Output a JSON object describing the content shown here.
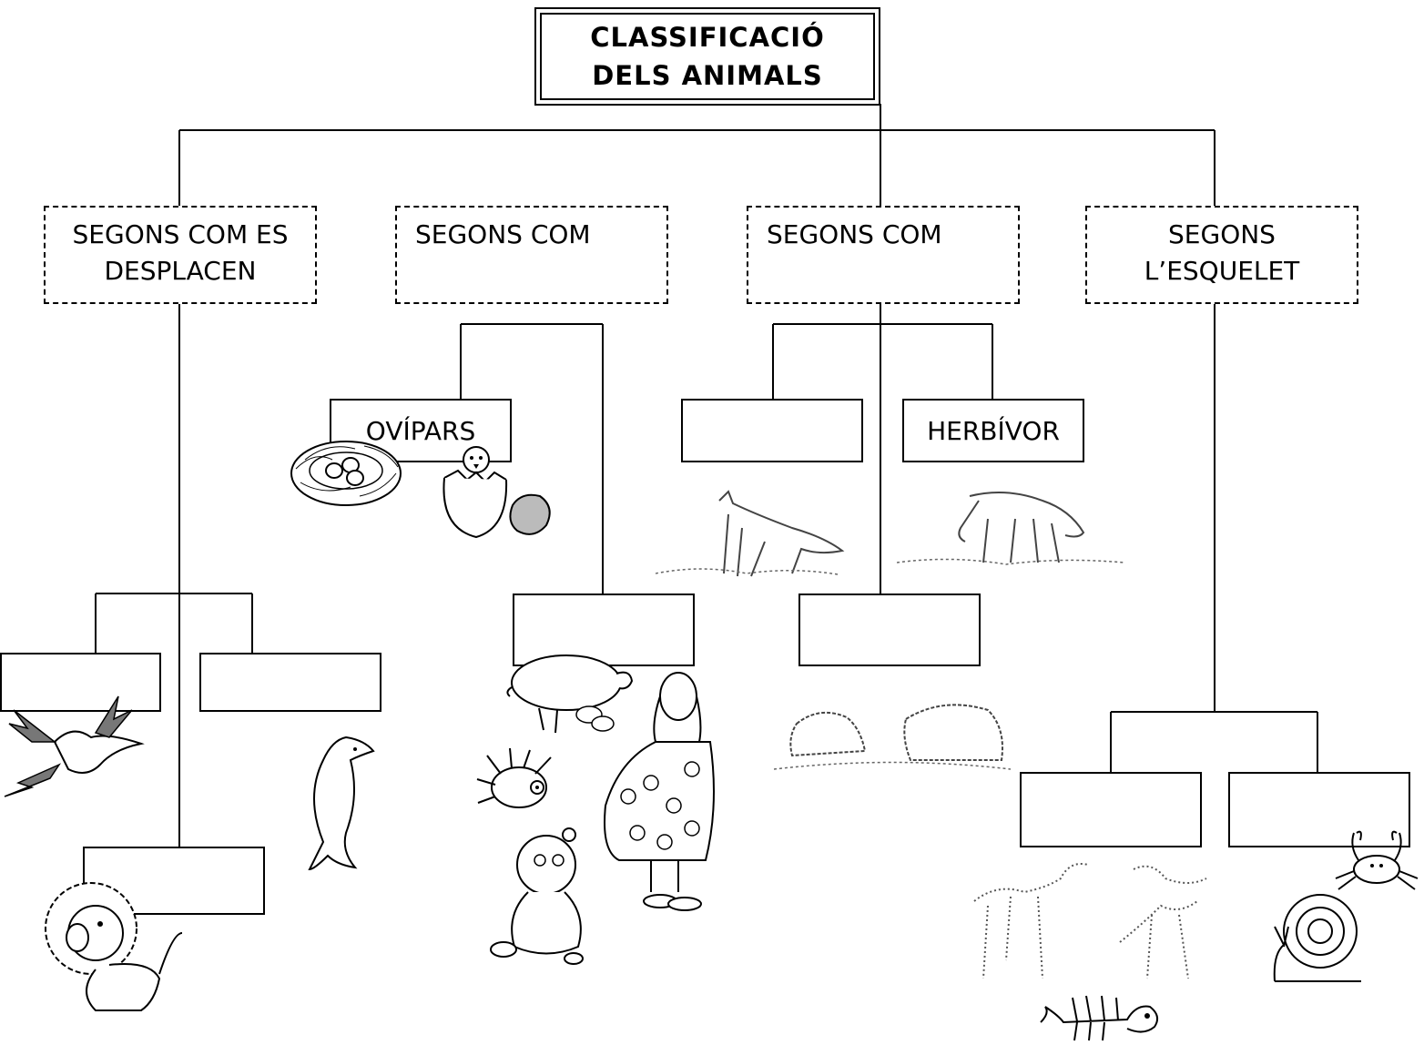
{
  "title": {
    "line1": "CLASSIFICACIÓ",
    "line2": "DELS  ANIMALS"
  },
  "categories": [
    {
      "line1": "SEGONS COM ES",
      "line2": "DESPLACEN"
    },
    {
      "line1": "SEGONS COM",
      "line2": ""
    },
    {
      "line1": "SEGONS COM",
      "line2": ""
    },
    {
      "line1": "SEGONS",
      "line2": "L’ESQUELET"
    }
  ],
  "boxes": {
    "reproduction_left": "OVÍPARS",
    "reproduction_right": "",
    "diet_left": "",
    "diet_right": "HERBÍVOR",
    "diet_bottom": "",
    "movement_fly": "",
    "movement_swim": "",
    "movement_walk": "",
    "skeleton_left": "",
    "skeleton_right": ""
  },
  "illustrations": [
    "nest-with-eggs",
    "hatching-chick",
    "pig-nursing-piglets",
    "hedgehog",
    "pregnant-woman",
    "baby",
    "fox",
    "deer-grazing",
    "bears",
    "flying-bird",
    "dolphin",
    "lion",
    "skeleton-vertebrates",
    "fish-skeleton",
    "crab",
    "snail"
  ]
}
